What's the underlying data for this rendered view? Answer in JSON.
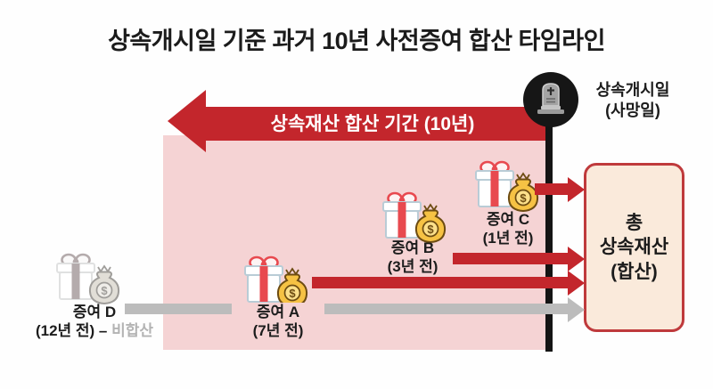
{
  "title": "상속개시일 기준 과거 10년 사전증여 합산 타임라인",
  "period_arrow": {
    "label": "상속재산 합산 기간 (10년)"
  },
  "death_marker": {
    "line1": "상속개시일",
    "line2": "(사망일)"
  },
  "result_box": {
    "line1": "총",
    "line2": "상속재산",
    "line3": "(합산)"
  },
  "gifts": {
    "c": {
      "name": "증여 C",
      "time": "(1년 전)"
    },
    "b": {
      "name": "증여 B",
      "time": "(3년 전)"
    },
    "a": {
      "name": "증여 A",
      "time": "(7년 전)"
    },
    "d": {
      "name": "증여 D",
      "time": "(12년 전) –",
      "excluded_label": "비합산"
    }
  },
  "icons": {
    "money_symbol": "$"
  },
  "colors": {
    "accent_red": "#c3262c",
    "panel_pink": "#f5d3d4",
    "result_box_bg": "#faeadb",
    "result_box_border": "#bf3a3c",
    "excluded_gray": "#bcbcbc",
    "marker_black": "#141414"
  }
}
